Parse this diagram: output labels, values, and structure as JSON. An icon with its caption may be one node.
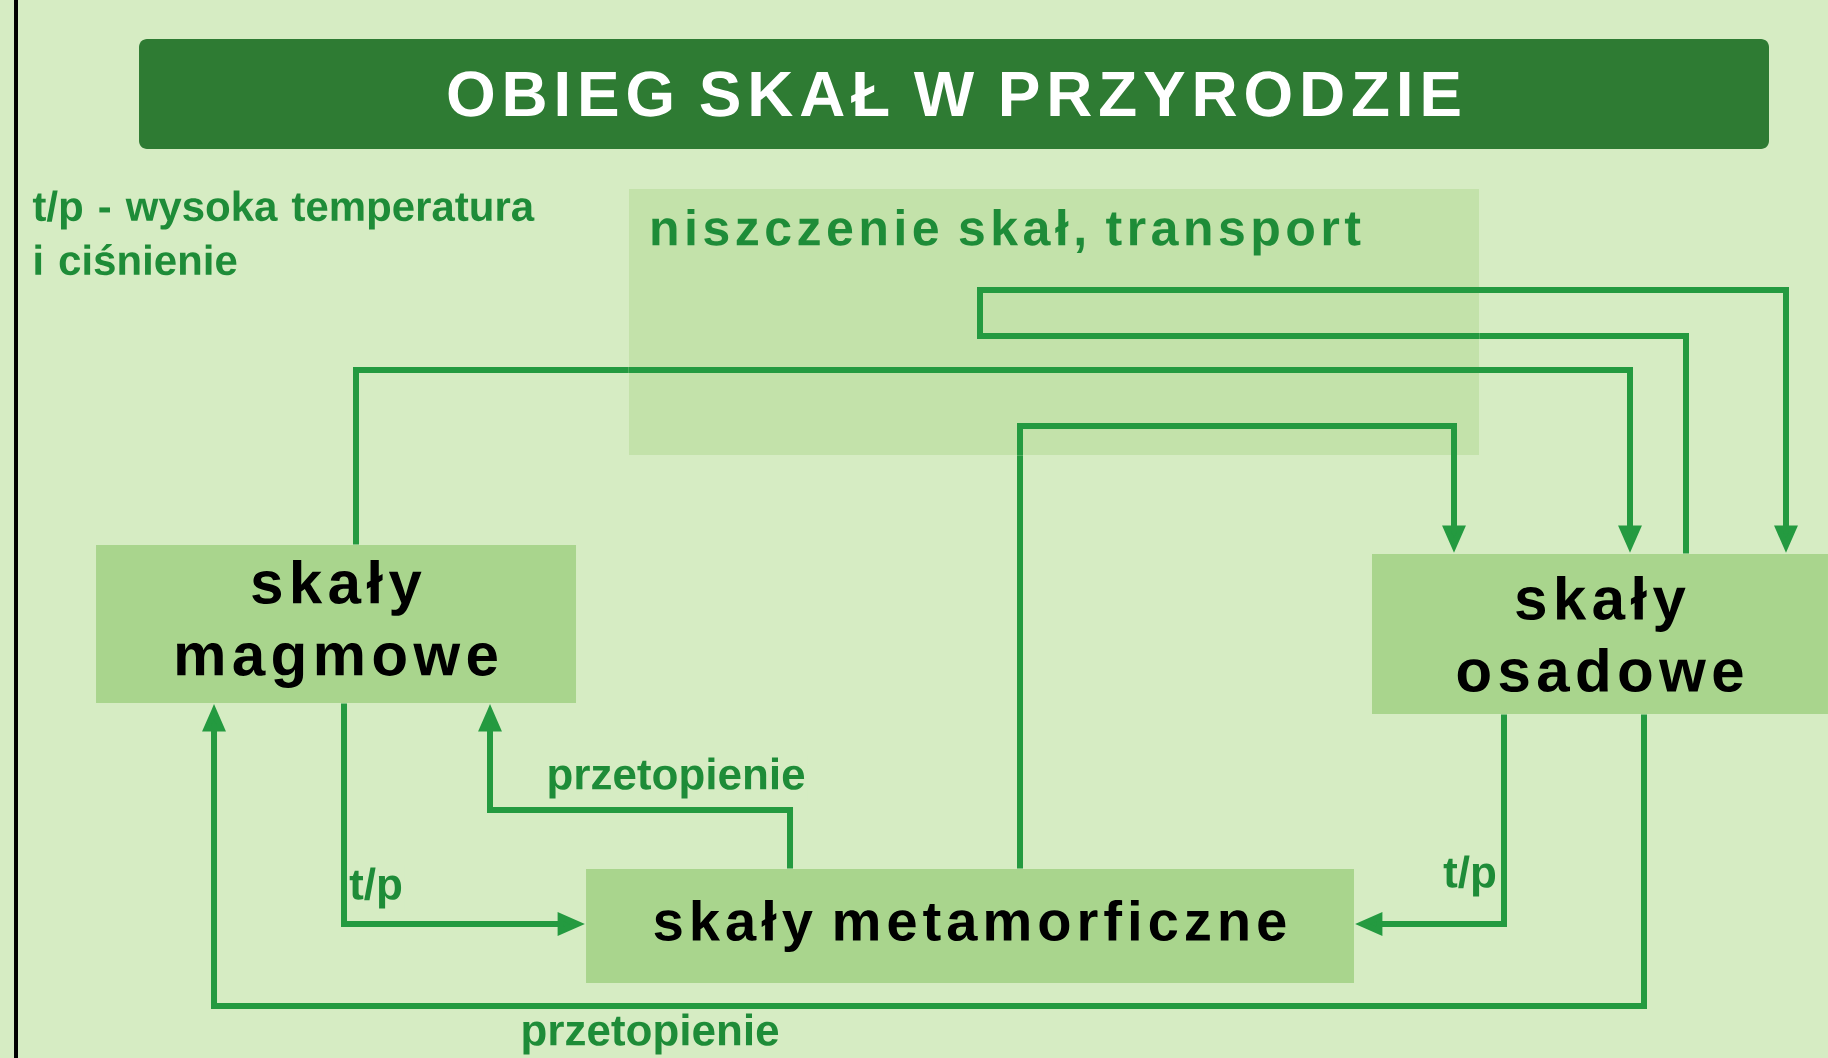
{
  "diagram": {
    "title": "OBIEG SKAŁ W PRZYRODZIE",
    "nodes": [
      {
        "text": [
          "niszczenie skał, transport"
        ]
      },
      {
        "text": [
          "skały magmowe"
        ]
      },
      {
        "text": [
          "skały osadowe"
        ]
      },
      {
        "text": [
          "skały metamorficzne"
        ]
      }
    ],
    "edges": [
      {
        "from": 1,
        "to": 0,
        "arrow": "none"
      },
      {
        "from": 0,
        "to": 2,
        "arrow": "to"
      },
      {
        "from": 3,
        "to": 0,
        "arrow": "none"
      },
      {
        "from": 0,
        "to": 2,
        "arrow": "to"
      },
      {
        "from": 2,
        "to": 0,
        "arrow": "none"
      },
      {
        "from": 0,
        "to": 2,
        "arrow": "to"
      },
      {
        "from": 1,
        "to": 3,
        "arrow": "to",
        "label": "t/p"
      },
      {
        "from": 3,
        "to": 1,
        "arrow": "to",
        "label": "przetopienie"
      },
      {
        "from": 2,
        "to": 3,
        "arrow": "to",
        "label": "t/p"
      },
      {
        "from": 2,
        "to": 1,
        "arrow": "to",
        "label": "przetopienie"
      }
    ],
    "labels": [
      "t/p - wysoka temperatura i ciśnienie"
    ]
  }
}
